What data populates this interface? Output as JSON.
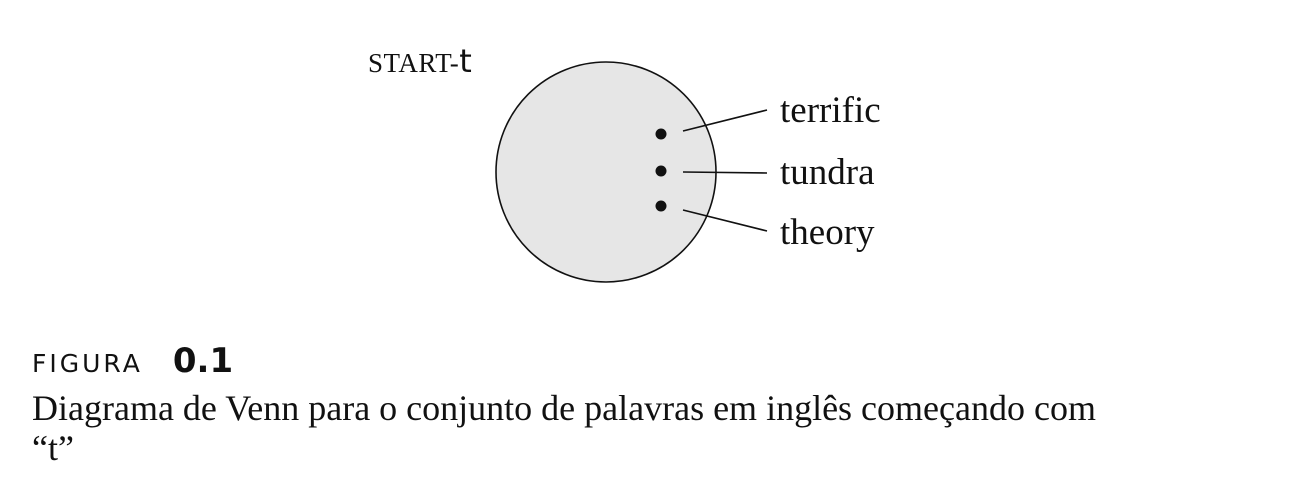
{
  "diagram": {
    "set_label": {
      "prefix": "START-",
      "letter": "t"
    },
    "elements": [
      "terrific",
      "tundra",
      "theory"
    ],
    "colors": {
      "circle_fill": "#e6e6e6",
      "stroke": "#111111"
    }
  },
  "caption": {
    "figure_word": "FIGURA",
    "figure_number": "0.1",
    "text_line1": "Diagrama de Venn para o conjunto de palavras em inglês começando com",
    "text_line2": "“t”"
  }
}
